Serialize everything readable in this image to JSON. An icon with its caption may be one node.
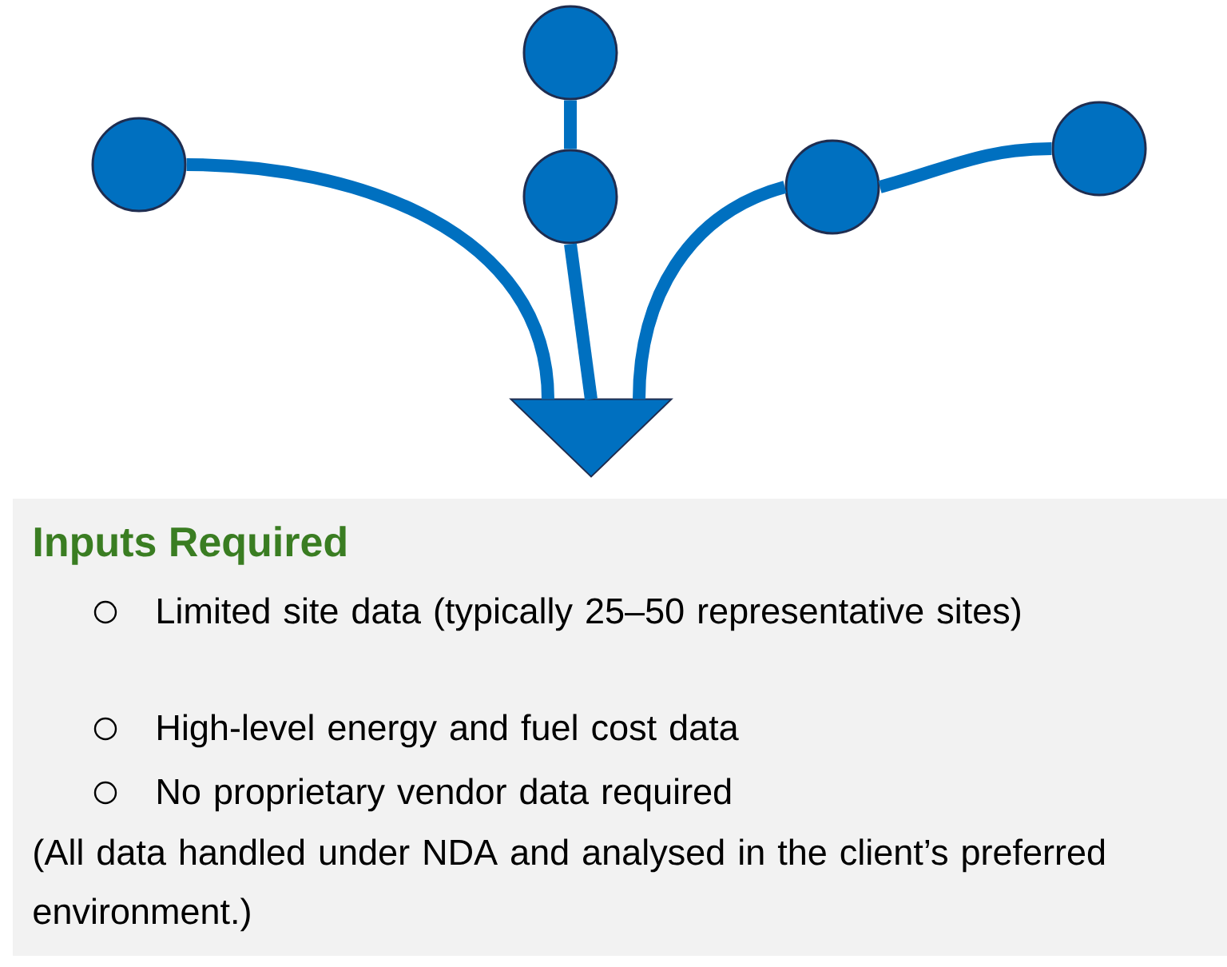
{
  "diagram": {
    "nodes": [
      {
        "text": [],
        "shape": "circle"
      },
      {
        "text": [],
        "shape": "circle"
      },
      {
        "text": [],
        "shape": "circle"
      },
      {
        "text": [],
        "shape": "circle"
      },
      {
        "text": [],
        "shape": "circle"
      },
      {
        "text": [],
        "shape": "triangle"
      },
      {
        "text": [
          "Inputs Required",
          "Limited site data (typically 25–50 representative sites)",
          "High-level energy and fuel cost data",
          "No proprietary vendor data required",
          "(All data handled under NDA and analysed in the client’s preferred environment.)"
        ]
      }
    ],
    "edges": [
      {
        "from": 0,
        "to": 5,
        "arrow": "none"
      },
      {
        "from": 1,
        "to": 2,
        "arrow": "none"
      },
      {
        "from": 2,
        "to": 5,
        "arrow": "none"
      },
      {
        "from": 3,
        "to": 5,
        "arrow": "none"
      },
      {
        "from": 4,
        "to": 3,
        "arrow": "none"
      }
    ]
  }
}
